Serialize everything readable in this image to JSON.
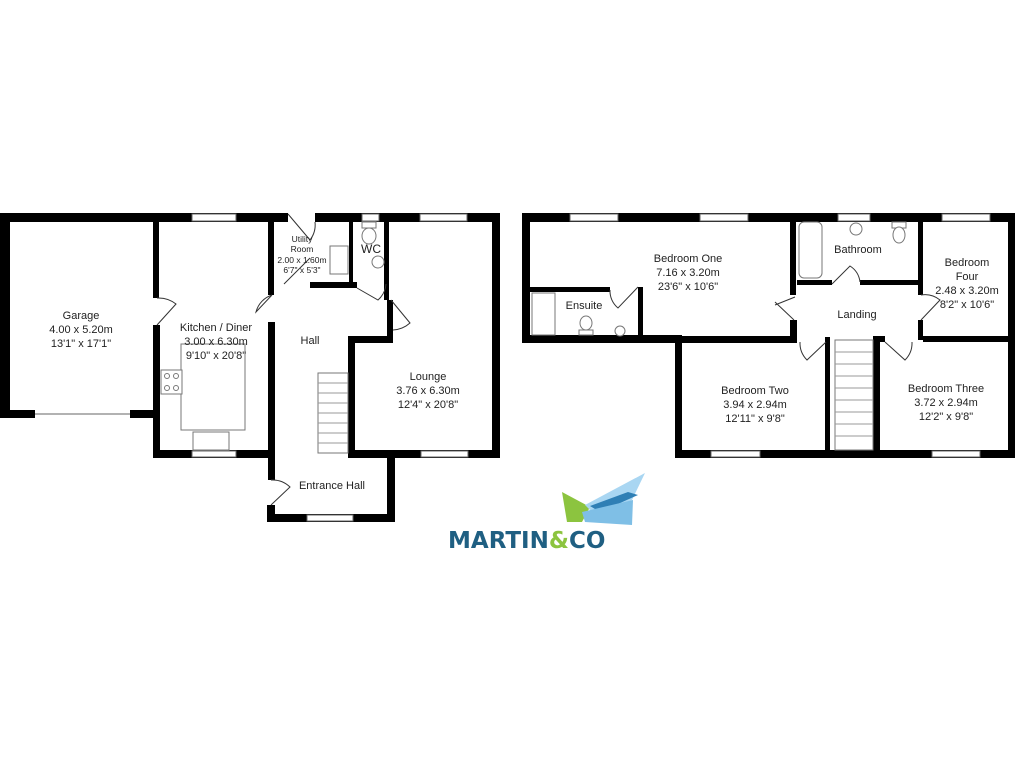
{
  "ground_floor": {
    "rooms": [
      {
        "name": "Garage",
        "metric": "4.00 x 5.20m",
        "imperial": "13'1\" x 17'1\""
      },
      {
        "name": "Kitchen / Diner",
        "metric": "3.00 x 6.30m",
        "imperial": "9'10\" x 20'8\""
      },
      {
        "name": "Utility",
        "name2": "Room",
        "metric": "2.00 x 1.60m",
        "imperial": "6'7\" x 5'3\""
      },
      {
        "name": "WC"
      },
      {
        "name": "Hall"
      },
      {
        "name": "Lounge",
        "metric": "3.76 x 6.30m",
        "imperial": "12'4\" x 20'8\""
      },
      {
        "name": "Entrance Hall"
      }
    ]
  },
  "first_floor": {
    "rooms": [
      {
        "name": "Bedroom One",
        "metric": "7.16 x 3.20m",
        "imperial": "23'6\" x 10'6\""
      },
      {
        "name": "Ensuite"
      },
      {
        "name": "Bathroom"
      },
      {
        "name": "Bedroom",
        "name2": "Four",
        "metric": "2.48 x 3.20m",
        "imperial": "8'2\" x 10'6\""
      },
      {
        "name": "Landing"
      },
      {
        "name": "Bedroom Two",
        "metric": "3.94 x 2.94m",
        "imperial": "12'11\" x 9'8\""
      },
      {
        "name": "Bedroom Three",
        "metric": "3.72 x 2.94m",
        "imperial": "12'2\" x 9'8\""
      }
    ]
  },
  "logo": {
    "text_a": "MARTIN",
    "text_amp": "&",
    "text_b": "CO",
    "colors": {
      "navy": "#1f5f82",
      "green": "#8cc43f",
      "light_blue": "#7fbfe6"
    }
  }
}
